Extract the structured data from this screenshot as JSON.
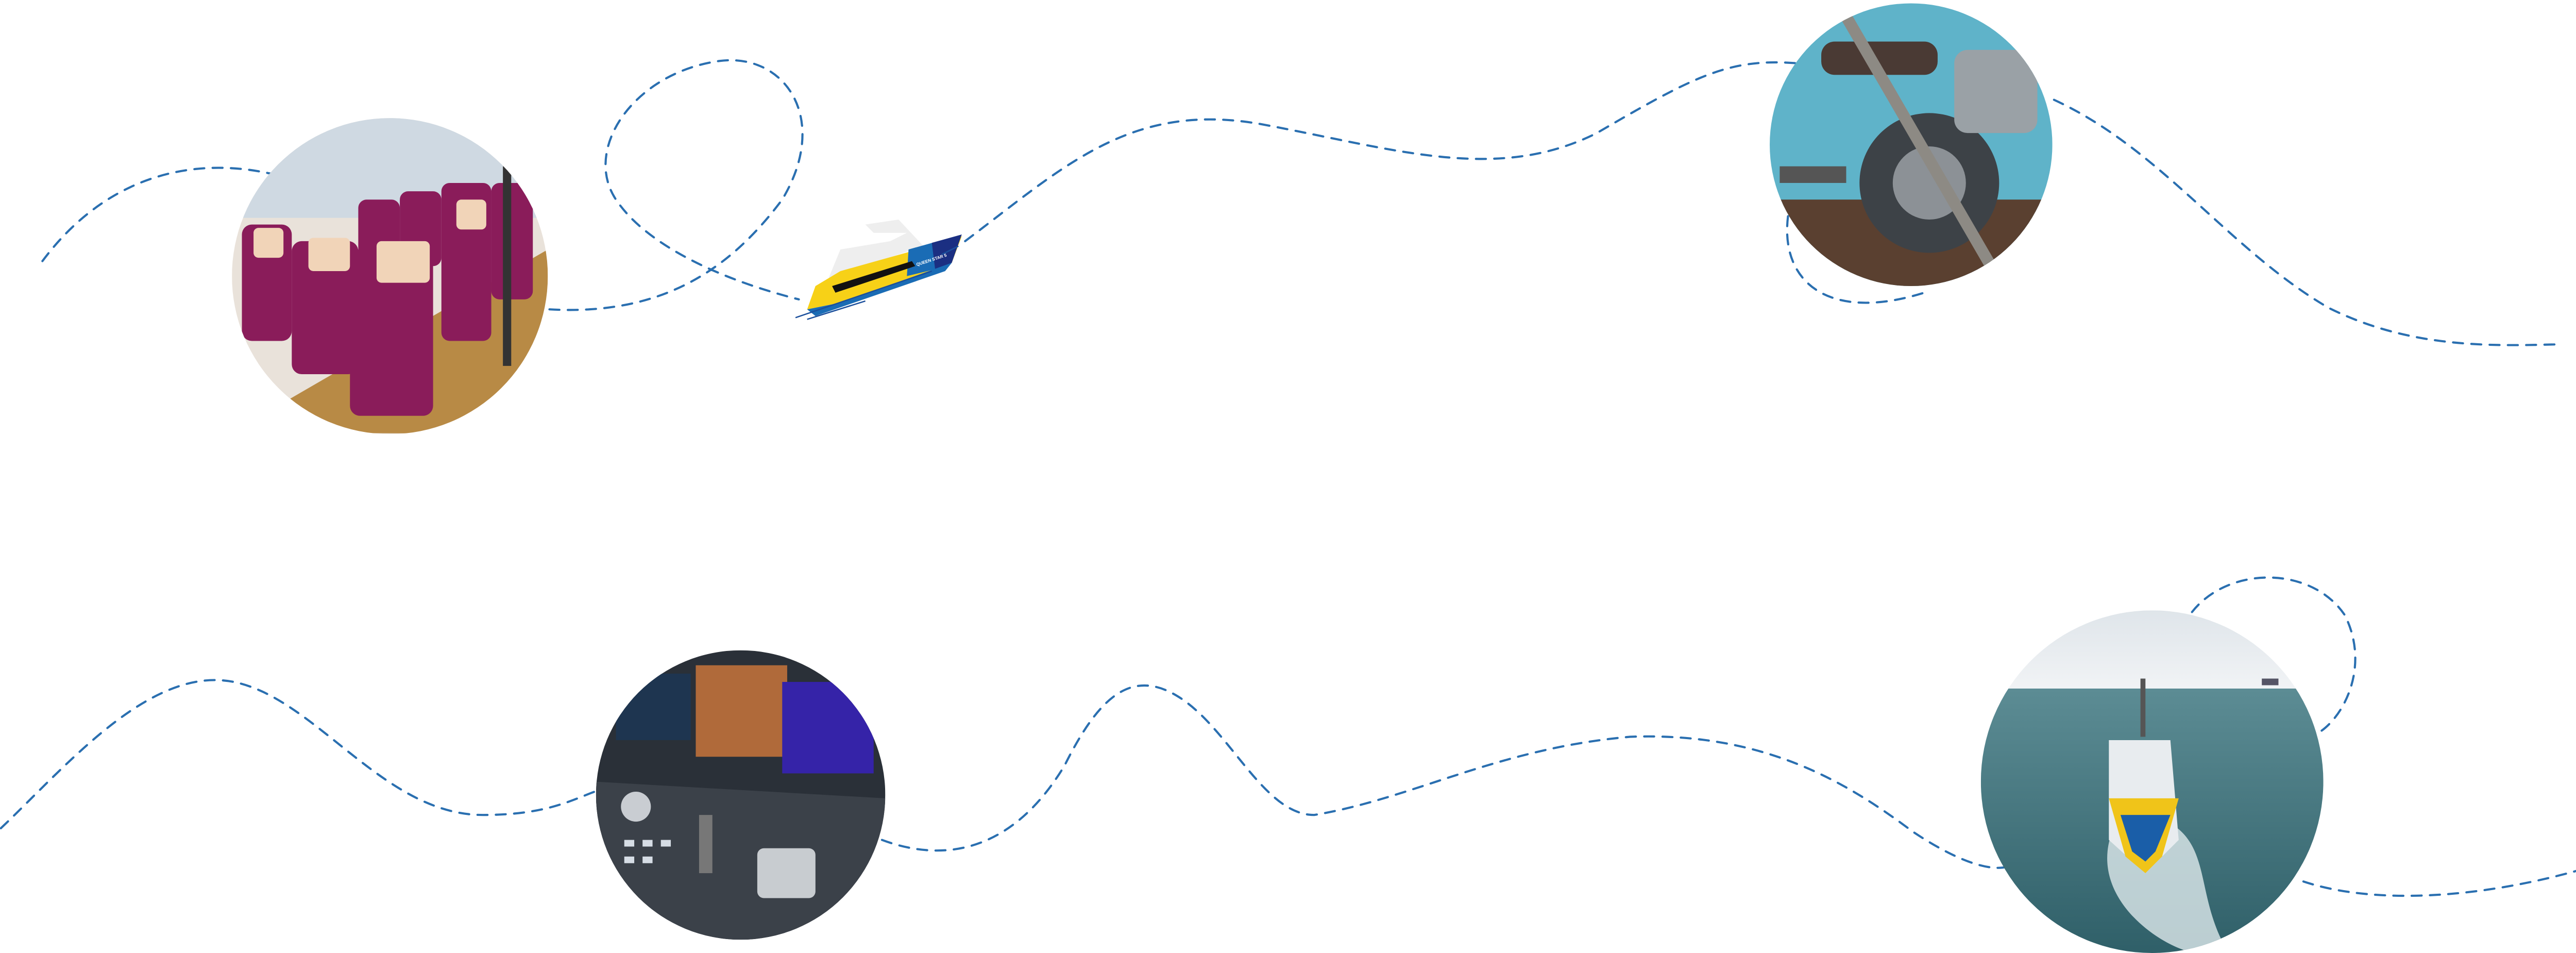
{
  "colors": {
    "path": "#2a6fb0",
    "ferry_yellow": "#f7d117",
    "ferry_blue": "#1a6cb5",
    "ferry_navy": "#1b2f82"
  },
  "ferry_illustration": {
    "hull_lettering": "QUEEN STAR 5"
  },
  "photos": [
    {
      "subject": "passenger-seats"
    },
    {
      "subject": "engine"
    },
    {
      "subject": "bridge-console"
    },
    {
      "subject": "vessel-at-sea"
    }
  ]
}
